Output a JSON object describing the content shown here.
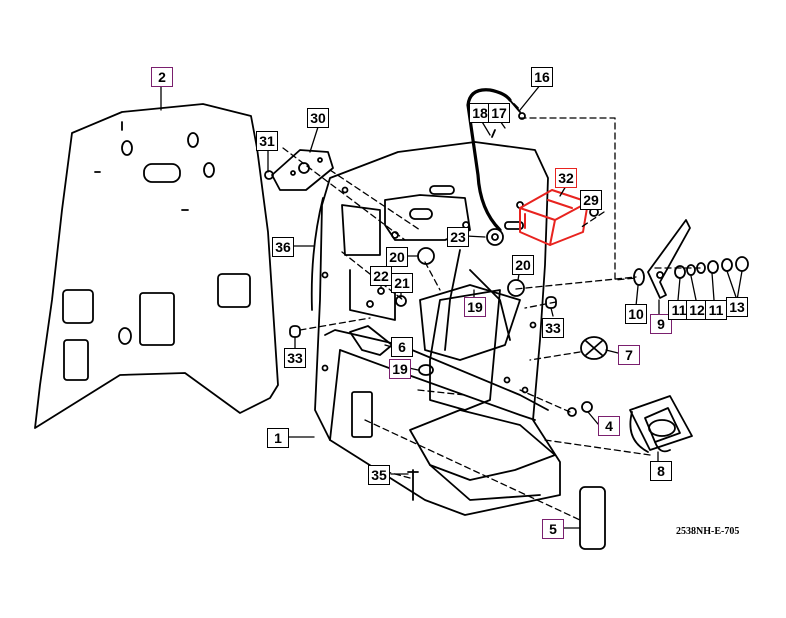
{
  "colors": {
    "line": "#000000",
    "callout_purple": "#7a1f6e",
    "highlight_red": "#e8231f",
    "background": "#ffffff"
  },
  "labels": {
    "l2": "2",
    "l30": "30",
    "l31": "31",
    "l16": "16",
    "l18": "18",
    "l17": "17",
    "l32": "32",
    "l29": "29",
    "l23": "23",
    "l36": "36",
    "l20a": "20",
    "l20b": "20",
    "l22": "22",
    "l21": "21",
    "l19a": "19",
    "l19b": "19",
    "l33a": "33",
    "l33b": "33",
    "l6": "6",
    "l7": "7",
    "l10": "10",
    "l9": "9",
    "l11a": "11",
    "l12": "12",
    "l11b": "11",
    "l13": "13",
    "l4": "4",
    "l1": "1",
    "l8": "8",
    "l35": "35",
    "l5": "5"
  },
  "drawing_code": "2538NH-E-705"
}
